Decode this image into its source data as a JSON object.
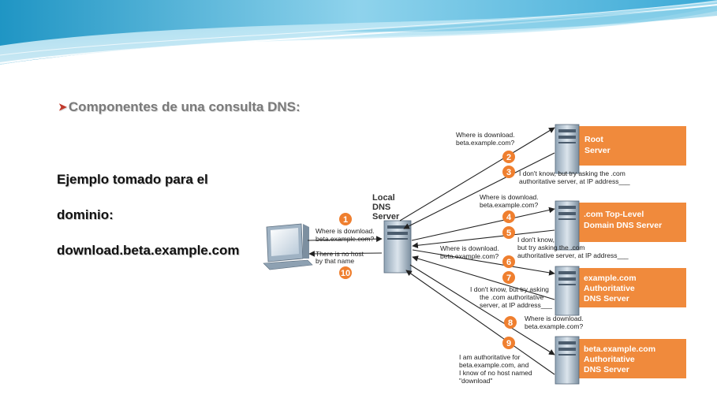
{
  "slide": {
    "heading": "Componentes de una consulta DNS:",
    "example_line1": "Ejemplo tomado para el",
    "example_line2": "dominio:",
    "example_line3": "download.beta.example.com"
  },
  "diagram": {
    "local_dns_label": [
      "Local",
      "DNS",
      "Server"
    ],
    "servers": [
      {
        "lines": [
          "Root",
          "Server"
        ]
      },
      {
        "lines": [
          ".com Top-Level",
          "Domain DNS Server"
        ]
      },
      {
        "lines": [
          "example.com",
          "Authoritative",
          "DNS Server"
        ]
      },
      {
        "lines": [
          "beta.example.com",
          "Authoritative",
          "DNS Server"
        ]
      }
    ],
    "steps": [
      {
        "num": "1",
        "lines": [
          "Where is download.",
          "beta.example.com?"
        ]
      },
      {
        "num": "2",
        "lines": [
          "Where is download.",
          "beta.example.com?"
        ]
      },
      {
        "num": "3",
        "lines": [
          "I don't know, but try asking the .com",
          "authoritative server, at IP address___"
        ]
      },
      {
        "num": "4",
        "lines": [
          "Where is download.",
          "beta.example.com?"
        ]
      },
      {
        "num": "5",
        "lines": [
          "I don't know,",
          "but try asking the .com",
          "authoritative server, at IP address___"
        ]
      },
      {
        "num": "6",
        "lines": [
          "Where is download.",
          "beta.example.com?"
        ]
      },
      {
        "num": "7",
        "lines": [
          "I don't know, but try asking",
          "the .com authoritative",
          "server, at IP address___"
        ]
      },
      {
        "num": "8",
        "lines": [
          "Where is download.",
          "beta.example.com?"
        ]
      },
      {
        "num": "9",
        "lines": [
          "I am authoritative for",
          "beta.example.com, and",
          "I know of no host named",
          "\"download\""
        ]
      },
      {
        "num": "10",
        "lines": [
          "There is no host",
          "by that name"
        ]
      }
    ]
  },
  "colors": {
    "server_box": "#f08a3c",
    "step_circle": "#ef7f2f",
    "banner_light": "#bfe6f3",
    "banner_dark": "#2f9fc9"
  }
}
